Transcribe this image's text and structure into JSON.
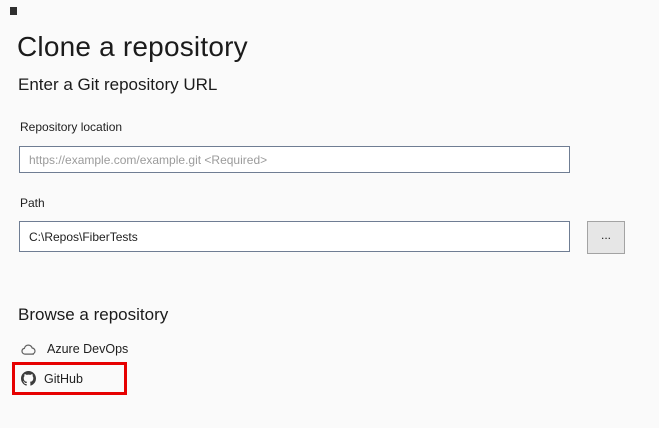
{
  "window": {
    "background_color": "#fafafa",
    "icon_fragment_color": "#2f2f2f"
  },
  "page": {
    "title": "Clone a repository",
    "url_section": {
      "heading": "Enter a Git repository URL",
      "repository_location": {
        "label": "Repository location",
        "placeholder": "https://example.com/example.git <Required>",
        "value": ""
      },
      "path_field": {
        "label": "Path",
        "value": "C:\\Repos\\FiberTests"
      },
      "browse_button_label": "..."
    },
    "browse_section": {
      "heading": "Browse a repository",
      "providers": [
        {
          "label": "Azure DevOps",
          "icon": "cloud-icon",
          "highlighted": false
        },
        {
          "label": "GitHub",
          "icon": "github-icon",
          "highlighted": true
        }
      ]
    }
  },
  "annotation": {
    "type": "red-highlight-rectangle",
    "color": "#e60000",
    "target": "GitHub"
  },
  "colors": {
    "input_border": "#6f7d93",
    "placeholder_text": "#9b9b9b",
    "button_background": "#e6e6e6",
    "button_border": "#a3a3a3",
    "primary_text": "#1e1e1e"
  }
}
